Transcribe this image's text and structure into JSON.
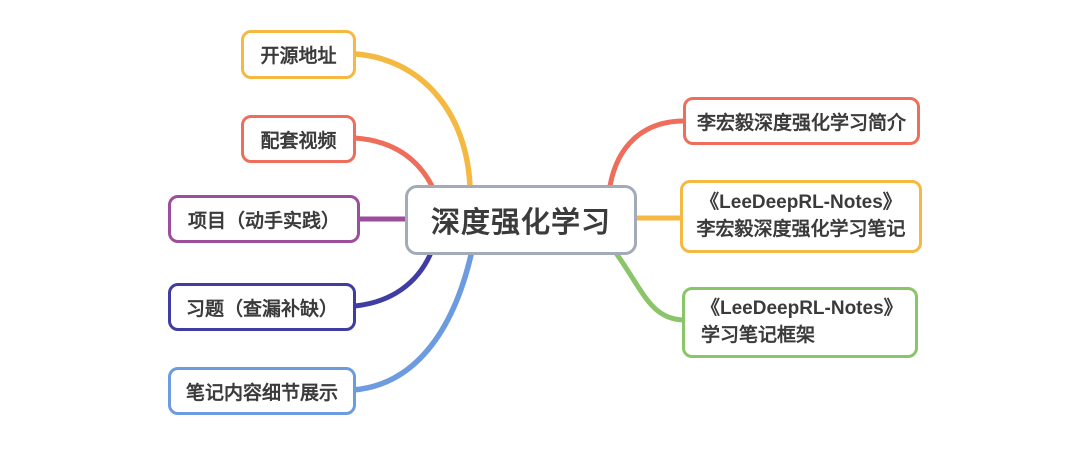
{
  "diagram": {
    "type": "mindmap",
    "background_color": "#ffffff",
    "text_color": "#3b3b3b",
    "root": {
      "label": "深度强化学习",
      "border_color": "#A3AAB8"
    },
    "left_nodes": [
      {
        "label": "开源地址",
        "color": "#F5B942"
      },
      {
        "label": "配套视频",
        "color": "#EE6E5B"
      },
      {
        "label": "项目（动手实践）",
        "color": "#9C4E9C"
      },
      {
        "label": "习题（查漏补缺）",
        "color": "#3F3CA3"
      },
      {
        "label": "笔记内容细节展示",
        "color": "#6D9BDF"
      }
    ],
    "right_nodes": [
      {
        "lines": [
          "李宏毅深度强化学习简介"
        ],
        "color": "#EE6E5B"
      },
      {
        "lines": [
          "《LeeDeepRL-Notes》",
          "李宏毅深度强化学习笔记"
        ],
        "color": "#F5B942"
      },
      {
        "lines": [
          "《LeeDeepRL-Notes》",
          "学习笔记框架"
        ],
        "color": "#8BC56A"
      }
    ]
  }
}
